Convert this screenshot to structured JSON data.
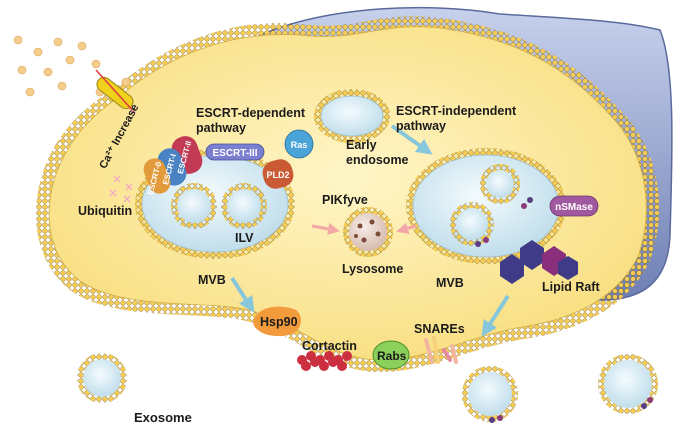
{
  "labels": {
    "ca_increase": "Ca²⁺ Increase",
    "escrt_dependent": "ESCRT-dependent",
    "escrt_dependent_2": "pathway",
    "escrt_independent": "ESCRT-independent",
    "escrt_independent_2": "pathway",
    "early_endosome": "Early",
    "early_endosome_2": "endosome",
    "ubiquitin": "Ubiquitin",
    "ilv": "ILV",
    "pikfyve": "PIKfyve",
    "lysosome": "Lysosome",
    "mvb_left": "MVB",
    "mvb_right": "MVB",
    "lipid_raft": "Lipid  Raft",
    "hsp90": "Hsp90",
    "cortactin": "Cortactin",
    "rabs": "Rabs",
    "snares": "SNAREs",
    "exosome": "Exosome"
  },
  "proteins": {
    "escrt_iii": "ESCRT-III",
    "escrt_ii": "ESCRT-II",
    "escrt_i": "ESCRT-I",
    "escrt_0": "ESCRT-0",
    "ras": "Ras",
    "pld2": "PLD2",
    "nsmase": "nSMase"
  },
  "colors": {
    "cytoplasm": "#fbe89a",
    "nucleus": "#8e9fcc",
    "lumen": "#d7ebf3",
    "arrow": "#86c7dc"
  }
}
